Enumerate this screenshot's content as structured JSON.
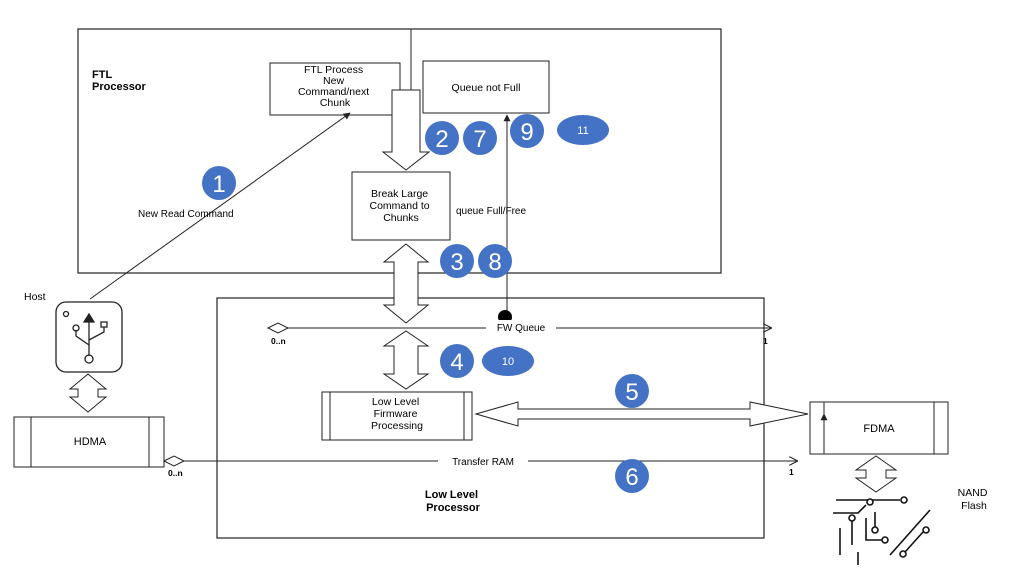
{
  "ftl_processor_label": [
    "FTL",
    "Processor"
  ],
  "ftl_process_box": [
    "FTL Process",
    "New",
    "Command/next",
    "Chunk"
  ],
  "queue_not_full_box": "Queue not Full",
  "break_large_box": [
    "Break Large",
    "Command to",
    "Chunks"
  ],
  "new_read_command": "New Read Command",
  "queue_full_free": "queue Full/Free",
  "host_label": "Host",
  "hdma_label": "HDMA",
  "fw_queue_label": "FW Queue",
  "fw_queue_left_mult": "0..n",
  "fw_queue_right_mult": "1",
  "low_level_fw_box": [
    "Low Level",
    "Firmware",
    "Processing"
  ],
  "fdma_label": "FDMA",
  "transfer_ram_label": "Transfer RAM",
  "transfer_left_mult": "0..n",
  "transfer_right_mult": "1",
  "low_level_processor_label": [
    "Low Level",
    "Processor"
  ],
  "nand_flash_label": [
    "NAND",
    "Flash"
  ],
  "step_badges": [
    "1",
    "2",
    "7",
    "9",
    "11",
    "3",
    "8",
    "4",
    "10",
    "5",
    "6"
  ],
  "colors": {
    "badge": "#4472C4",
    "line": "#222222",
    "badge_text": "#ffffff"
  },
  "icons": [
    "usb-icon",
    "circuit-icon"
  ]
}
